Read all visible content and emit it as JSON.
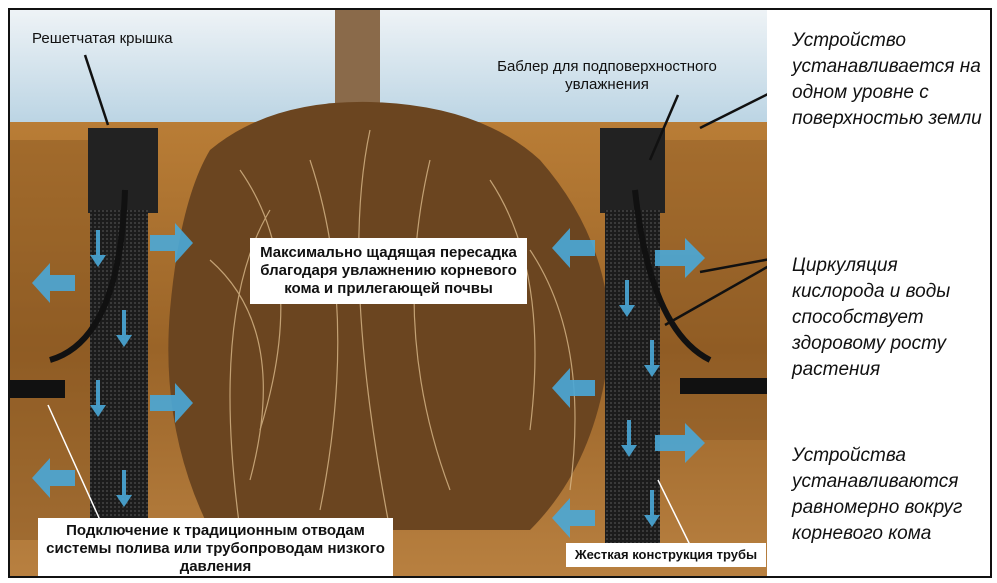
{
  "labels": {
    "grate_cap": "Решетчатая крышка",
    "bubbler": "Баблер для подповерхностного увлажнения",
    "center": "Максимально щадящая пересадка благодаря увлажнению корневого кома и прилегающей почвы",
    "connection": "Подключение к традиционным отводам системы полива или трубопроводам низкого давления",
    "rigid_pipe": "Жесткая конструкция трубы"
  },
  "notes": [
    "Устройство устанавливается на одном уровне с поверхностью земли",
    "Циркуляция кислорода и воды способствует здоровому росту растения",
    "Устройства устанавливаются равномерно вокруг корневого кома"
  ],
  "colors": {
    "arrow": "#4aa8d8",
    "soil": "#a8702c",
    "sky": "#cfe0ea"
  }
}
